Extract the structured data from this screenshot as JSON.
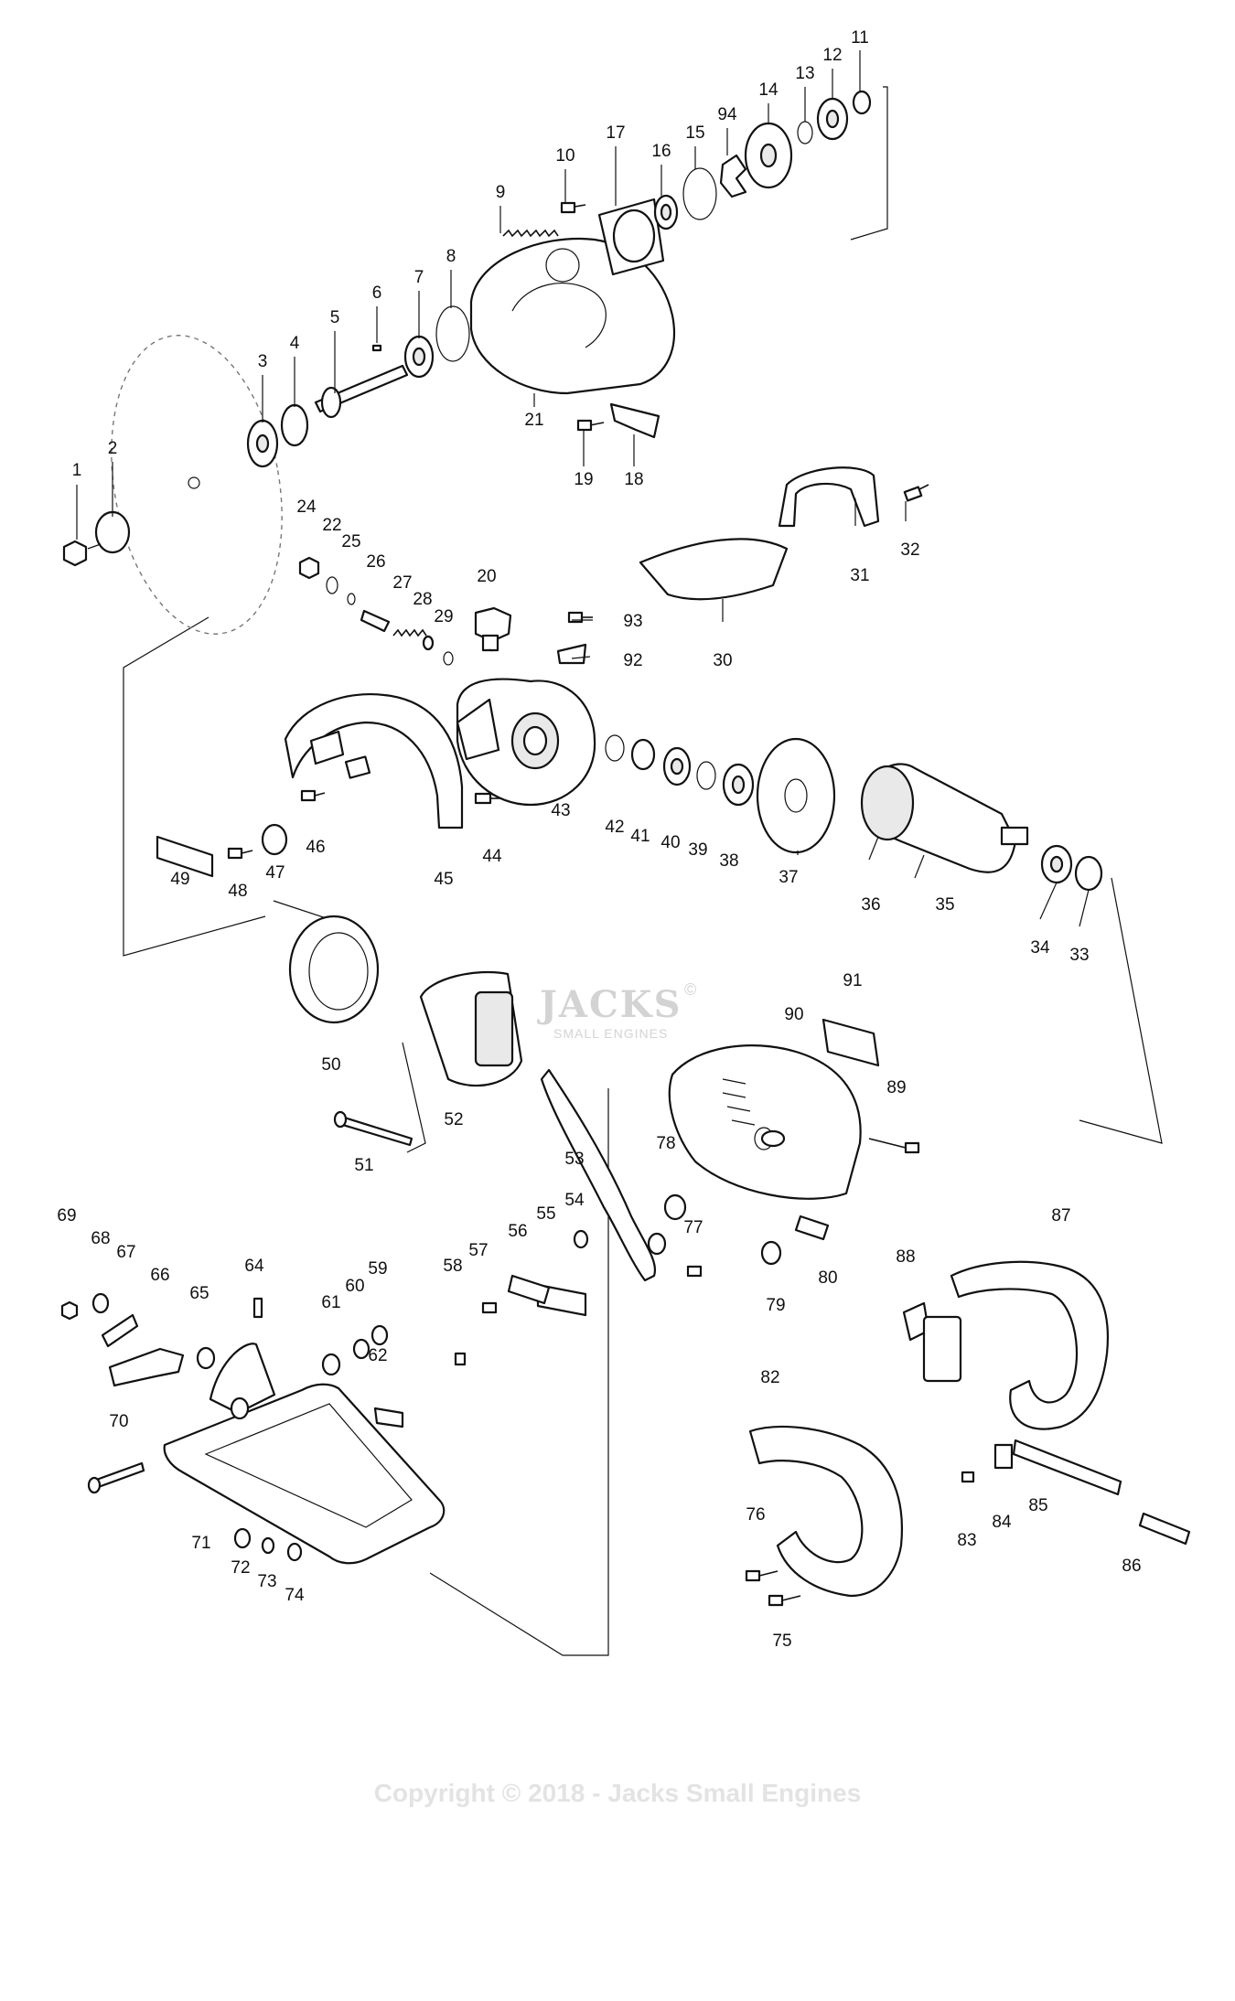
{
  "watermark": {
    "brand": "JACKS",
    "registered": "©",
    "tagline": "SMALL ENGINES"
  },
  "copyright": "Copyright © 2018 - Jacks Small Engines",
  "parts": [
    "1",
    "2",
    "3",
    "4",
    "5",
    "6",
    "7",
    "8",
    "9",
    "10",
    "11",
    "12",
    "13",
    "14",
    "15",
    "16",
    "17",
    "18",
    "19",
    "20",
    "21",
    "22",
    "24",
    "25",
    "26",
    "27",
    "28",
    "29",
    "30",
    "31",
    "32",
    "33",
    "34",
    "35",
    "36",
    "37",
    "38",
    "39",
    "40",
    "41",
    "42",
    "43",
    "44",
    "45",
    "46",
    "47",
    "48",
    "49",
    "50",
    "51",
    "52",
    "53",
    "54",
    "55",
    "56",
    "57",
    "58",
    "59",
    "60",
    "61",
    "62",
    "64",
    "65",
    "66",
    "67",
    "68",
    "69",
    "70",
    "71",
    "72",
    "73",
    "74",
    "75",
    "76",
    "77",
    "78",
    "79",
    "80",
    "82",
    "83",
    "84",
    "85",
    "86",
    "87",
    "88",
    "89",
    "90",
    "91",
    "92",
    "93",
    "94"
  ]
}
